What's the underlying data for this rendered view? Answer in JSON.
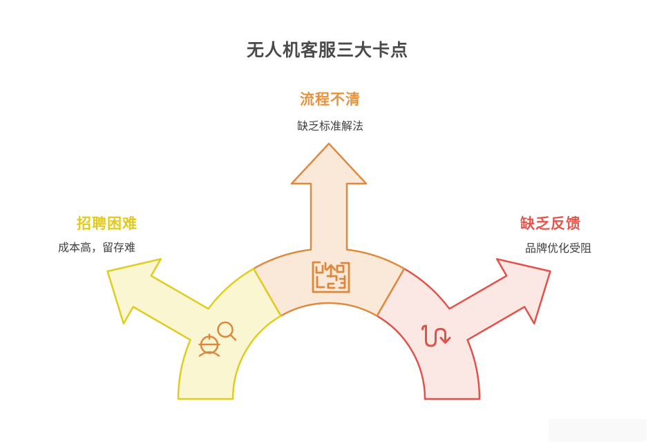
{
  "title": "无人机客服三大卡点",
  "title_color": "#4A4A4A",
  "text_color": "#3F3F3F",
  "branches": {
    "top": {
      "label": "流程不清",
      "subtitle": "缺乏标准解法",
      "label_color": "#E8923C",
      "fill": "#FAE8D8",
      "stroke": "#DE8A3E",
      "icon": "maze-icon",
      "icon_color": "#DC873B"
    },
    "left": {
      "label": "招聘困难",
      "subtitle": "成本高，留存难",
      "label_color": "#E2CB1E",
      "fill": "#FAF6D1",
      "stroke": "#E0CC1E",
      "icon": "worker-search-icon",
      "icon_color": "#DC873B"
    },
    "right": {
      "label": "缺乏反馈",
      "subtitle": "品牌优化受阻",
      "label_color": "#E4564C",
      "fill": "#FBE7E4",
      "stroke": "#E35049",
      "icon": "uturn-arrow-icon",
      "icon_color": "#E35049"
    }
  }
}
